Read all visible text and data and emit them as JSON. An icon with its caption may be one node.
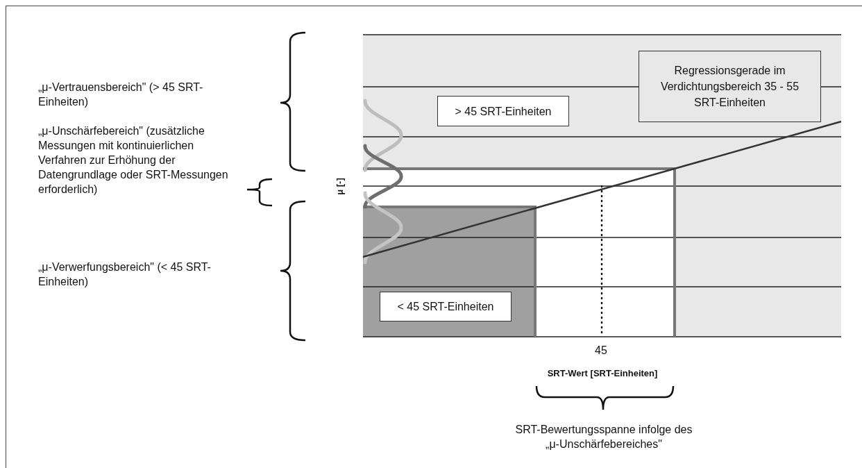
{
  "diagram": {
    "nodes": [
      {
        "text": [
          "Regressionsgerade im Verdichtungsbereich 35 - 55 SRT-Einheiten"
        ]
      },
      {
        "text": [
          "> 45 SRT-Einheiten"
        ]
      },
      {
        "text": [
          "< 45 SRT-Einheiten"
        ]
      }
    ],
    "labels": [
      "„μ-Vertrauensbereich\" (> 45 SRT-Einheiten)",
      "„μ-Unschärfebereich\" (zusätzliche Messungen mit kontinuierlichen Verfahren zur Erhöhung der Datengrundlage oder SRT-Messungen erforderlich)",
      "„μ-Verwerfungsbereich\" (< 45 SRT-Einheiten)",
      "μ [-]",
      "45",
      "SRT-Wert [SRT-Einheiten]",
      "SRT-Bewertungsspanne infolge des „μ-Unschärfebereiches\""
    ]
  }
}
